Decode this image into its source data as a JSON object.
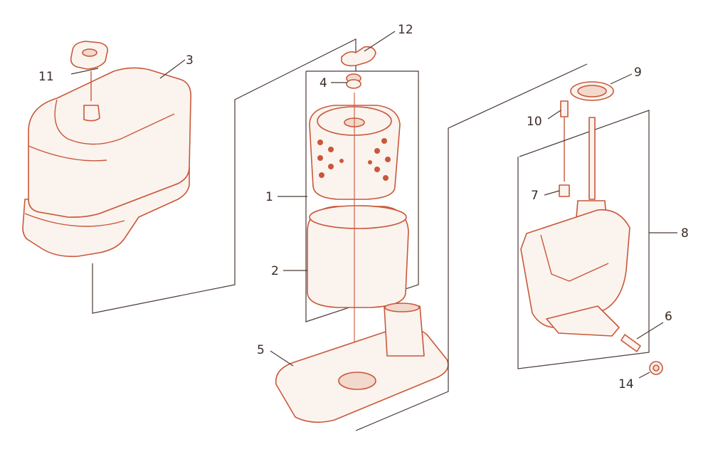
{
  "diagram": {
    "type": "exploded-parts-diagram",
    "line_color": "#c8583a",
    "fill_color": "#fbf3ee",
    "callouts": [
      {
        "id": "c1",
        "label": "1"
      },
      {
        "id": "c2",
        "label": "2"
      },
      {
        "id": "c3",
        "label": "3"
      },
      {
        "id": "c4",
        "label": "4"
      },
      {
        "id": "c5",
        "label": "5"
      },
      {
        "id": "c6",
        "label": "6"
      },
      {
        "id": "c7",
        "label": "7"
      },
      {
        "id": "c8",
        "label": "8"
      },
      {
        "id": "c9",
        "label": "9"
      },
      {
        "id": "c10",
        "label": "10"
      },
      {
        "id": "c11",
        "label": "11"
      },
      {
        "id": "c12",
        "label": "12"
      },
      {
        "id": "c14",
        "label": "14"
      }
    ]
  }
}
